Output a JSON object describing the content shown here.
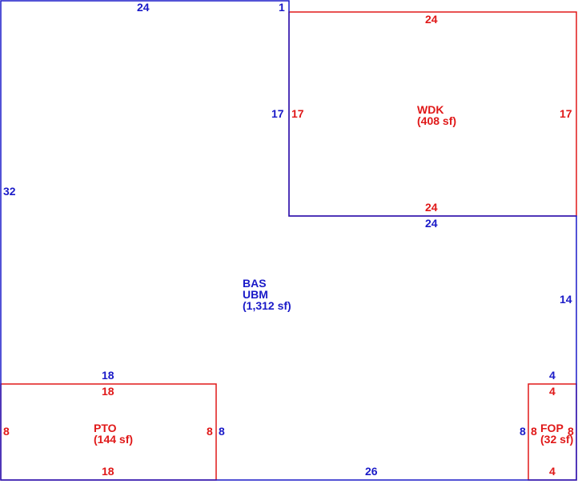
{
  "colors": {
    "main": "#1a1ac8",
    "addition": "#e01818"
  },
  "areas": {
    "bas": {
      "code1": "BAS",
      "code2": "UBM",
      "size": "(1,312 sf)",
      "dims": {
        "top": "24",
        "top_step": "1",
        "left": "32",
        "step_right": "17",
        "step_bottom": "24",
        "right": "14",
        "bottom_left": "18",
        "pto_side": "8",
        "bottom": "26",
        "fop_side": "8",
        "bottom_right": "4"
      }
    },
    "wdk": {
      "code": "WDK",
      "size": "(408 sf)",
      "dims": {
        "top": "24",
        "left": "17",
        "right": "17",
        "bottom": "24"
      }
    },
    "pto": {
      "code": "PTO",
      "size": "(144 sf)",
      "dims": {
        "top": "18",
        "left": "8",
        "right": "8",
        "bottom": "18"
      }
    },
    "fop": {
      "code": "FOP",
      "size": "(32 sf)",
      "dims": {
        "top": "4",
        "left": "8",
        "right": "8",
        "bottom": "4"
      }
    }
  }
}
